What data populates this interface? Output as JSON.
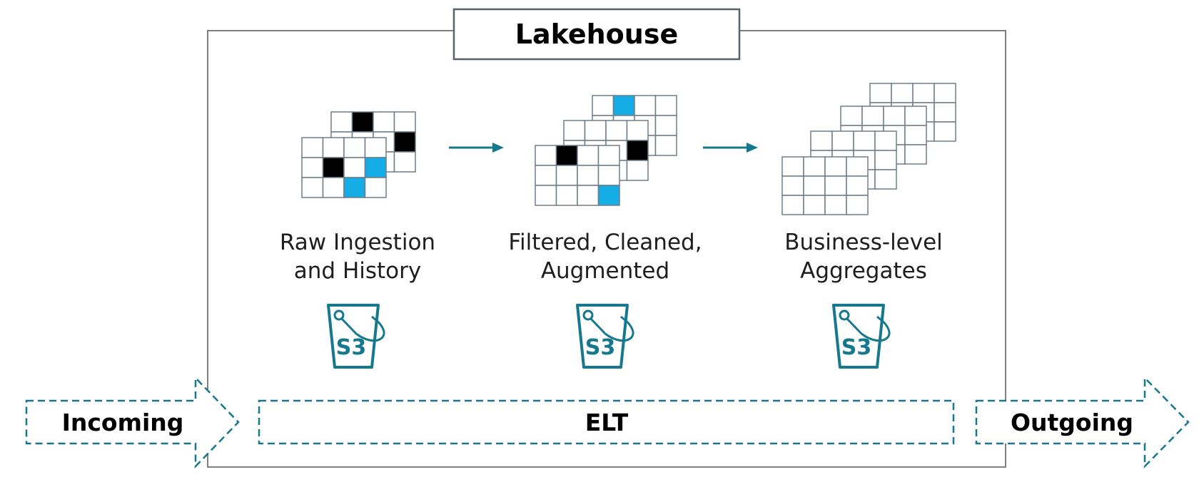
{
  "title": "Lakehouse",
  "stages": [
    {
      "line1": "Raw Ingestion",
      "line2": "and History",
      "storage_label": "S3",
      "tables": 2
    },
    {
      "line1": "Filtered, Cleaned,",
      "line2": "Augmented",
      "storage_label": "S3",
      "tables": 3
    },
    {
      "line1": "Business-level",
      "line2": "Aggregates",
      "storage_label": "S3",
      "tables": 4
    }
  ],
  "flow": {
    "incoming": "Incoming",
    "elt": "ELT",
    "outgoing": "Outgoing"
  },
  "colors": {
    "accent_teal": "#16788f",
    "cell_blue": "#15ade5",
    "cell_black": "#000000",
    "grid_line": "#6f7d89",
    "frame": "#555555"
  },
  "icons": [
    "s3-bucket-icon",
    "arrow-right-icon",
    "table-grid-icon"
  ]
}
